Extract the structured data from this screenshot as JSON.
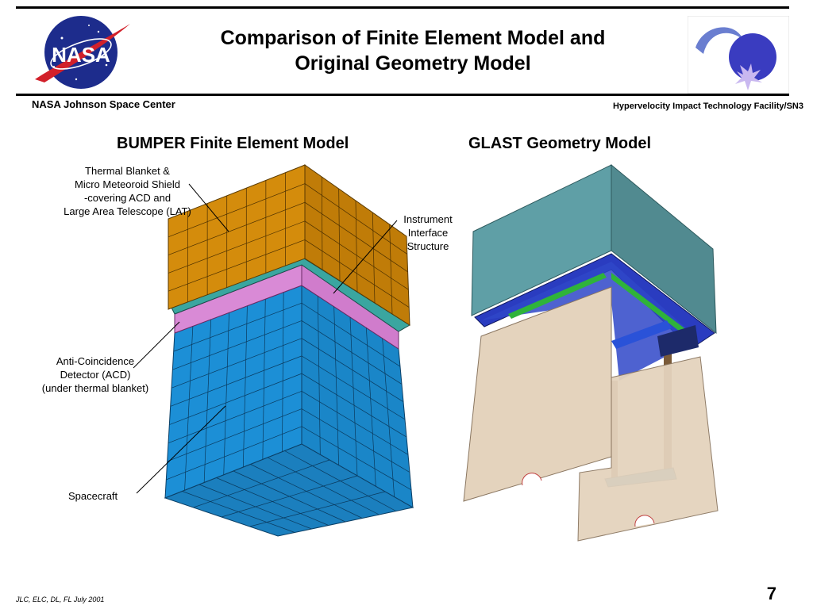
{
  "slide": {
    "title_line1": "Comparison of Finite Element Model and",
    "title_line2": "Original Geometry Model",
    "org_left": "NASA Johnson Space Center",
    "org_right": "Hypervelocity Impact Technology Facility/SN3",
    "page_number": "7",
    "footer": "JLC, ELC, DL, FL   July 2001"
  },
  "logos": {
    "nasa_text": "NASA"
  },
  "left_panel": {
    "heading": "BUMPER Finite Element Model",
    "label_thermal": [
      "Thermal Blanket &",
      "Micro Meteoroid Shield",
      "-covering ACD and",
      "Large Area Telescope (LAT)"
    ],
    "label_acd": [
      "Anti-Coincidence",
      "Detector (ACD)",
      "(under thermal blanket)"
    ],
    "label_spacecraft": "Spacecraft",
    "label_interface": [
      "Instrument",
      "Interface",
      "Structure"
    ]
  },
  "right_panel": {
    "heading": "GLAST Geometry Model"
  },
  "colors": {
    "blanket": "#d48c0c",
    "acd_band": "#d98ad6",
    "interface": "#3aa6a0",
    "spacecraft": "#1c8fd6",
    "glast_top": "#5f9fa6",
    "panel_tan": "#e4d3bd"
  }
}
